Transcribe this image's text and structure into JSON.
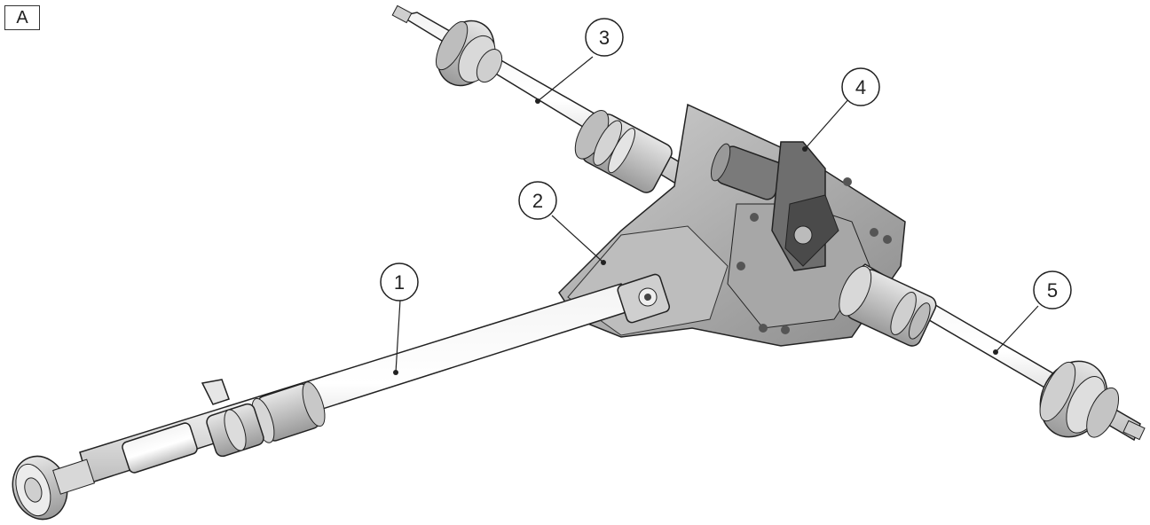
{
  "figure": {
    "view_label": "A",
    "callouts": [
      {
        "id": "1",
        "label": "1"
      },
      {
        "id": "2",
        "label": "2"
      },
      {
        "id": "3",
        "label": "3"
      },
      {
        "id": "4",
        "label": "4"
      },
      {
        "id": "5",
        "label": "5"
      }
    ]
  }
}
